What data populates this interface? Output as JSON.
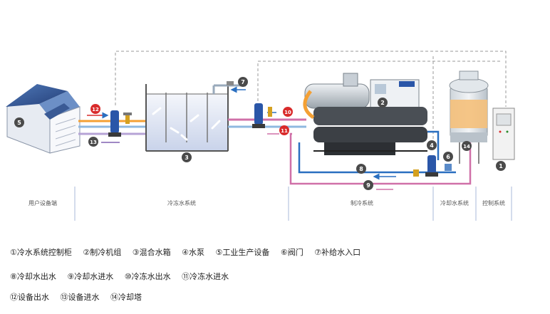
{
  "colors": {
    "cold_pipe": "#2a6fc0",
    "warm_pipe": "#d070a8",
    "orange_pipe": "#f4a034",
    "badge": "#4a4a4a",
    "badge_red": "#d92b2b",
    "dashed": "#9a9a9a"
  },
  "sections": {
    "user": "用户设备端",
    "chilled": "冷冻水系统",
    "refrig": "制冷系统",
    "cooling": "冷却水系统",
    "control": "控制系统"
  },
  "markers": {
    "m1": "1",
    "m2": "2",
    "m3": "3",
    "m4": "4",
    "m5": "5",
    "m6": "6",
    "m7": "7",
    "m8": "8",
    "m9": "9",
    "m10": "10",
    "m11": "11",
    "m12": "12",
    "m13": "13",
    "m14": "14"
  },
  "legend": {
    "row1": [
      "①冷水系统控制柜",
      "②制冷机组",
      "③混合水箱",
      "④水泵",
      "⑤工业生产设备",
      "⑥阀门",
      "⑦补给水入口"
    ],
    "row2": [
      "⑧冷却水出水",
      "⑨冷却水进水",
      "⑩冷冻水出水",
      "⑪冷冻水进水"
    ],
    "row3": [
      "⑫设备出水",
      "⑬设备进水",
      "⑭冷却塔"
    ]
  }
}
